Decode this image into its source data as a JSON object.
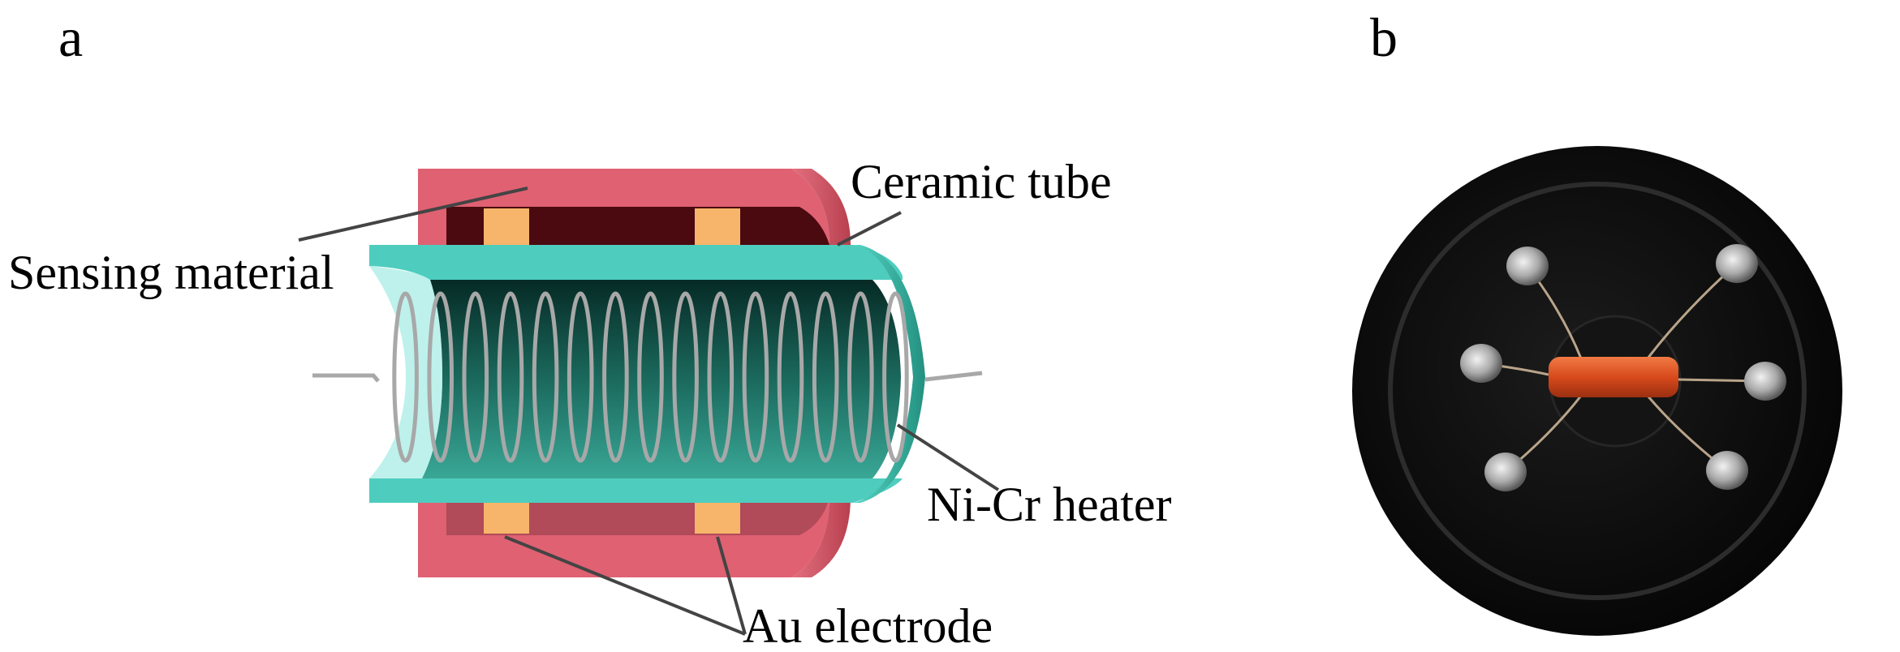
{
  "panels": {
    "a": {
      "letter": "a"
    },
    "b": {
      "letter": "b"
    }
  },
  "diagram": {
    "labels": {
      "ceramic_tube": "Ceramic tube",
      "sensing_material": "Sensing material",
      "heater": "Ni-Cr heater",
      "electrode": "Au electrode"
    },
    "coil_turns": 15,
    "colors": {
      "sensing_material": "#df6172",
      "sensing_inner": "#4a0a10",
      "ceramic_tube": "#4ecdbe",
      "tube_inner": "#0b3b34",
      "electrode": "#f6b56a",
      "heater_wire": "#a8a8a8",
      "leader_line": "#444444"
    }
  },
  "photo": {
    "sensor_pins": 6,
    "colors": {
      "base": "#0d0d0d",
      "sensor_body": "#d84a1c"
    }
  }
}
